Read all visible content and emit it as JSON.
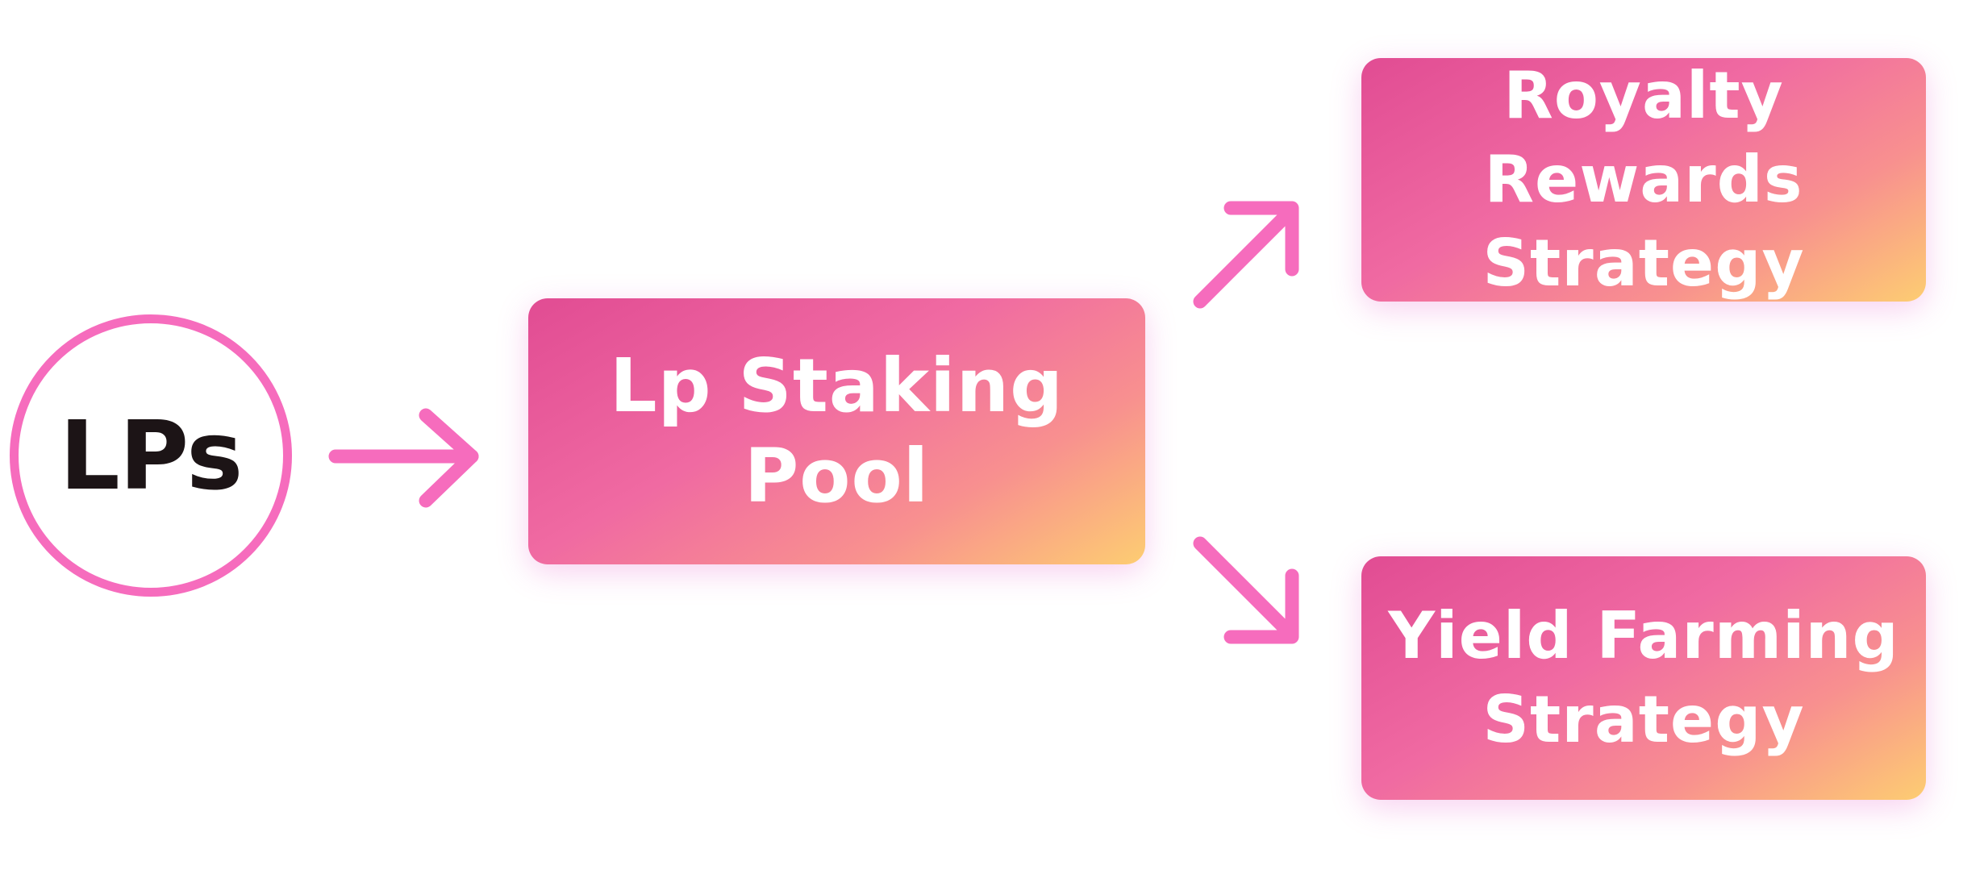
{
  "diagram": {
    "nodes": {
      "lps": {
        "label": "LPs"
      },
      "pool": {
        "label": "Lp Staking Pool"
      },
      "royalty": {
        "label": "Royalty Rewards Strategy"
      },
      "yield": {
        "label": "Yield Farming Strategy"
      }
    },
    "edges": [
      {
        "from": "lps",
        "to": "pool"
      },
      {
        "from": "pool",
        "to": "royalty"
      },
      {
        "from": "pool",
        "to": "yield"
      }
    ],
    "colors": {
      "accent": "#f66cbd",
      "gradient_start": "#e14c93",
      "gradient_mid": "#f06aa2",
      "gradient_end": "#fdcd72",
      "text_dark": "#1c1416",
      "text_light": "#ffffff"
    }
  }
}
